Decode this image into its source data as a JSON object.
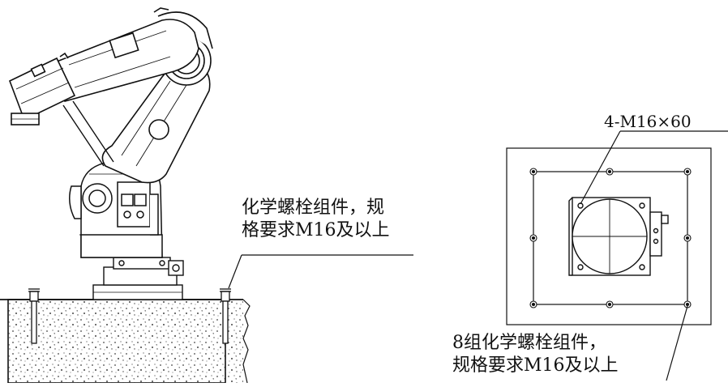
{
  "labels": {
    "left_callout_line1": "化学螺栓组件，规",
    "left_callout_line2": "格要求M16及以上",
    "top_callout": "4-M16×60",
    "right_callout_line1": "8组化学螺栓组件，",
    "right_callout_line2": "规格要求M16及以上"
  },
  "colors": {
    "line": "#111111",
    "robot_fill": "#ffffff",
    "concrete_dots": "#444444",
    "background": "#ffffff"
  }
}
